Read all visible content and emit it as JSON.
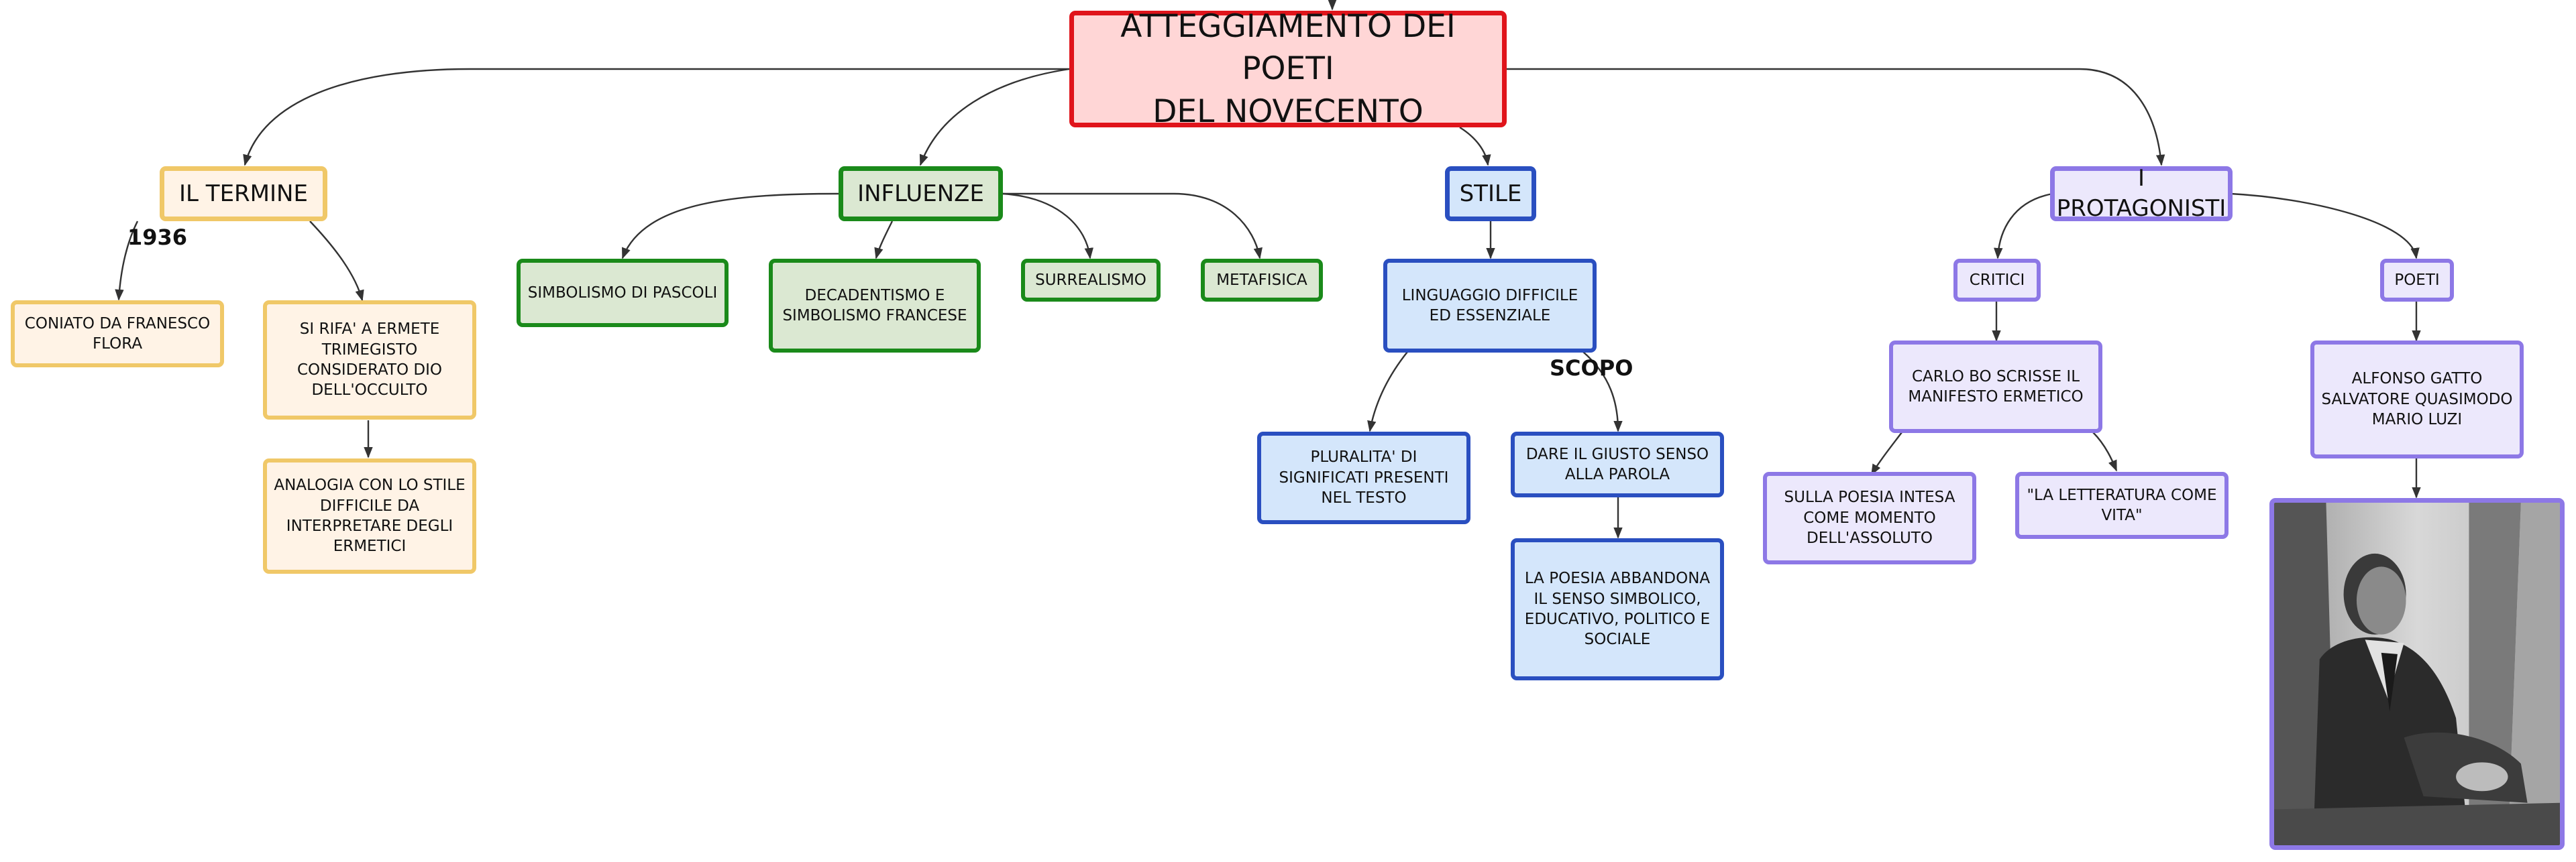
{
  "title": "ATTEGGIAMENTO DEI POETI\nDEL NOVECENTO",
  "branches": {
    "termine": {
      "label": "IL TERMINE",
      "year_tag": "1936",
      "coined": "CONIATO DA FRANESCO FLORA",
      "ermete": "SI RIFA' A ERMETE TRIMEGISTO CONSIDERATO DIO DELL'OCCULTO",
      "analogia": "ANALOGIA CON LO STILE DIFFICILE DA INTERPRETARE DEGLI ERMETICI"
    },
    "influenze": {
      "label": "INFLUENZE",
      "items": [
        "SIMBOLISMO DI PASCOLI",
        "DECADENTISMO E SIMBOLISMO FRANCESE",
        "SURREALISMO",
        "METAFISICA"
      ]
    },
    "stile": {
      "label": "STILE",
      "linguaggio": "LINGUAGGIO DIFFICILE ED ESSENZIALE",
      "scopo_tag": "SCOPO",
      "pluralita": "PLURALITA' DI SIGNIFICATI PRESENTI NEL TESTO",
      "senso": "DARE IL GIUSTO SENSO ALLA PAROLA",
      "abbandona": "LA POESIA ABBANDONA IL SENSO SIMBOLICO, EDUCATIVO, POLITICO E SOCIALE"
    },
    "protagonisti": {
      "label": "I PROTAGONISTI",
      "critici": "CRITICI",
      "carlo_bo": "CARLO BO SCRISSE IL MANIFESTO ERMETICO",
      "poesia_assoluto": "SULLA POESIA INTESA COME MOMENTO DELL'ASSOLUTO",
      "letteratura_vita": "\"LA LETTERATURA COME VITA\"",
      "poeti": "POETI",
      "poeti_names": "ALFONSO GATTO SALVATORE QUASIMODO MARIO LUZI"
    }
  },
  "colors": {
    "main": "#e0141b",
    "termine": "#f0c868",
    "influenze": "#1a8a1a",
    "stile": "#2a4fc0",
    "protagonisti": "#8d78e6"
  }
}
